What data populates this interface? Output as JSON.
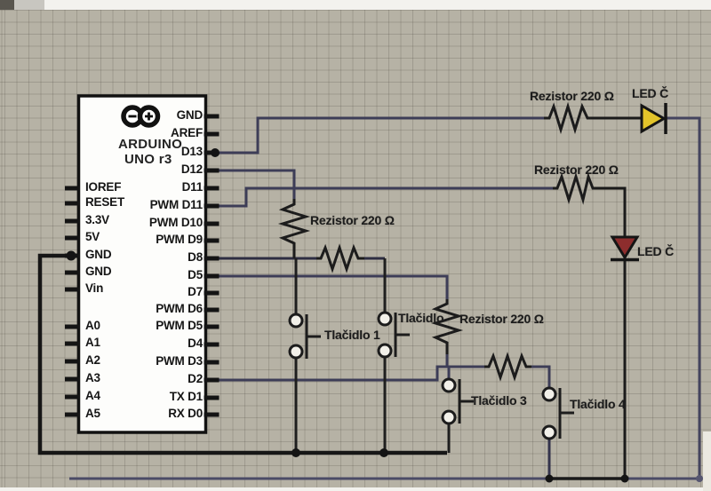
{
  "board": {
    "title_line1": "ARDUINO",
    "title_line2": "UNO r3",
    "logo_minus": "−",
    "logo_plus": "+",
    "left_pins": [
      "IOREF",
      "RESET",
      "3.3V",
      "5V",
      "GND",
      "GND",
      "Vin",
      "A0",
      "A1",
      "A2",
      "A3",
      "A4",
      "A5"
    ],
    "right_pins": [
      "GND",
      "AREF",
      "D13",
      "D12",
      "D11",
      "PWM D11",
      "PWM D10",
      "PWM D9",
      "D8",
      "D5",
      "D7",
      "PWM D6",
      "PWM D5",
      "D4",
      "PWM D3",
      "D2",
      "TX D1",
      "RX D0"
    ]
  },
  "labels": {
    "resistor1": "Rezistor 220 Ω",
    "resistor2": "Rezistor 220 Ω",
    "resistor3": "Rezistor 220 Ω",
    "resistor5": "Rezistor 220 Ω",
    "led_yellow": "LED Č",
    "led_red": "LED Č",
    "button1": "Tlačidlo 1",
    "button2": "Tlačidlo",
    "button3": "Tlačidlo 3",
    "button4": "Tlačidlo 4"
  },
  "colors": {
    "background": "#b6b2a5",
    "grid_line": "#9b9788",
    "wire_blue": "#3d3d57",
    "wire_black": "#191919",
    "board_fill": "#fdfdfb",
    "led_yellow_fill": "#e3c42a",
    "led_red_fill": "#8d2d2d"
  }
}
